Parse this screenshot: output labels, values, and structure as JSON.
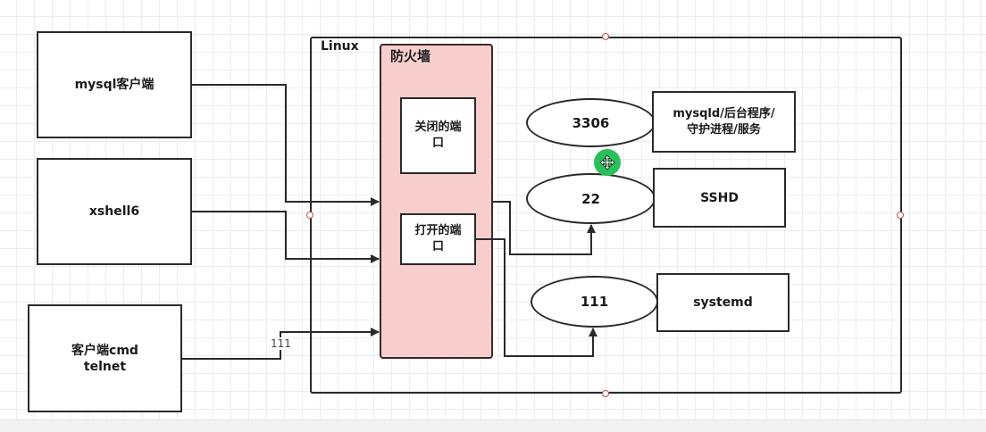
{
  "clients": {
    "mysql": "mysql客户端",
    "xshell": "xshell6",
    "cmd_line1": "客户端cmd",
    "cmd_line2": "telnet"
  },
  "linux": {
    "label": "Linux"
  },
  "firewall": {
    "label": "防火墙",
    "closed_port_line1": "关闭的端",
    "closed_port_line2": "口",
    "open_port_line1": "打开的端",
    "open_port_line2": "口"
  },
  "ports": {
    "p3306": "3306",
    "p22": "22",
    "p111": "111"
  },
  "services": {
    "mysqld_line1": "mysqld/后台程序/",
    "mysqld_line2": "守护进程/服务",
    "sshd": "SSHD",
    "systemd": "systemd"
  },
  "edge_label": "111",
  "colors": {
    "firewall_fill": "#f8cecc",
    "stroke": "#2a2a2a",
    "cursor": "#2bbf5a"
  }
}
